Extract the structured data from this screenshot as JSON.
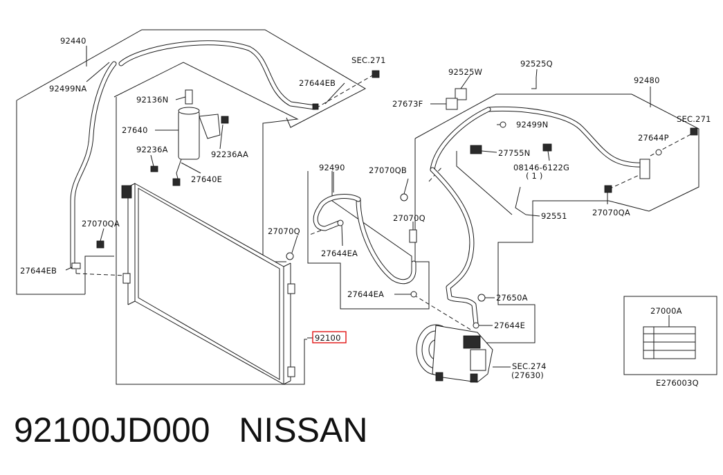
{
  "diagram": {
    "callouts": {
      "p92440": "92440",
      "p92499NA": "92499NA",
      "sec271_top": "SEC.271",
      "p27644EB_top": "27644EB",
      "p92136N": "92136N",
      "p27640": "27640",
      "p92236A": "92236A",
      "p92236AA": "92236AA",
      "p27640E": "27640E",
      "p27070QA_left": "27070QA",
      "p27644EB_left": "27644EB",
      "p92525W": "92525W",
      "p92525Q": "92525Q",
      "p92480": "92480",
      "p27673F": "27673F",
      "p92499N": "92499N",
      "sec271_right": "SEC.271",
      "p27644P": "27644P",
      "p27755N": "27755N",
      "p08146": "08146-6122G",
      "p08146_qty": "( 1 )",
      "p92490": "92490",
      "p27070QB": "27070QB",
      "p27070Q_left": "27070Q",
      "p27070Q_mid": "27070Q",
      "p27644EA_upper": "27644EA",
      "p27644EA_lower": "27644EA",
      "p92551": "92551",
      "p27070QA_right": "27070QA",
      "p27650A": "27650A",
      "p27644E": "27644E",
      "p92100": "92100",
      "sec274": "SEC.274",
      "sec274_ref": "(27630)",
      "p27000A": "27000A",
      "figure_code": "E276003Q"
    }
  },
  "caption": {
    "part_number": "92100JD000",
    "brand": "NISSAN"
  }
}
